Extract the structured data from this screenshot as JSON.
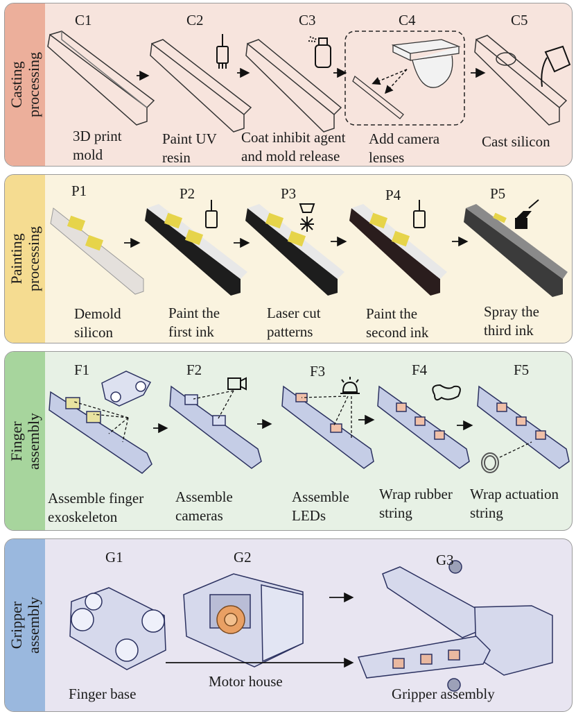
{
  "colors": {
    "casting_bg": "#f7e4dd",
    "casting_side": "#ecaf9b",
    "painting_bg": "#faf3df",
    "painting_side": "#f5dc91",
    "finger_bg": "#e7f1e5",
    "finger_side": "#a7d59d",
    "gripper_bg": "#e8e5f1",
    "gripper_side": "#9ab8de"
  },
  "casting": {
    "label": "Casting\nprocessing",
    "steps": [
      {
        "code": "C1",
        "caption": "3D print\nmold",
        "icon": "none"
      },
      {
        "code": "C2",
        "caption": "Paint UV\nresin",
        "icon": "paintbrush-icon"
      },
      {
        "code": "C3",
        "caption": "Coat inhibit agent\nand mold release",
        "icon": "spray-bottle-icon"
      },
      {
        "code": "C4",
        "caption": "Add camera\nlenses",
        "icon": "camera-lens-holder"
      },
      {
        "code": "C5",
        "caption": "Cast silicon",
        "icon": "pouring-cup-icon"
      }
    ]
  },
  "painting": {
    "label": "Painting\nprocessing",
    "steps": [
      {
        "code": "P1",
        "caption": "Demold\nsilicon",
        "icon": "none"
      },
      {
        "code": "P2",
        "caption": "Paint the\nfirst ink",
        "icon": "paintbrush-icon"
      },
      {
        "code": "P3",
        "caption": "Laser cut\npatterns",
        "icon": "laser-icon"
      },
      {
        "code": "P4",
        "caption": "Paint the\nsecond ink",
        "icon": "paintbrush-icon"
      },
      {
        "code": "P5",
        "caption": "Spray the\nthird ink",
        "icon": "spray-gun-icon"
      }
    ]
  },
  "finger": {
    "label": "Finger\nassembly",
    "steps": [
      {
        "code": "F1",
        "caption": "Assemble finger\nexoskeleton",
        "icon": "exoskeleton-link"
      },
      {
        "code": "F2",
        "caption": "Assemble\ncameras",
        "icon": "camera-icon"
      },
      {
        "code": "F3",
        "caption": "Assemble\nLEDs",
        "icon": "led-icon"
      },
      {
        "code": "F4",
        "caption": "Wrap rubber\nstring",
        "icon": "rubber-string-icon"
      },
      {
        "code": "F5",
        "caption": "Wrap actuation\nstring",
        "icon": "coil-icon"
      }
    ]
  },
  "gripper": {
    "label": "Gripper\nassembly",
    "steps": [
      {
        "code": "G1",
        "caption": "Finger base"
      },
      {
        "code": "G2",
        "caption": "Motor house"
      },
      {
        "code": "G3",
        "caption": "Gripper assembly"
      }
    ]
  }
}
